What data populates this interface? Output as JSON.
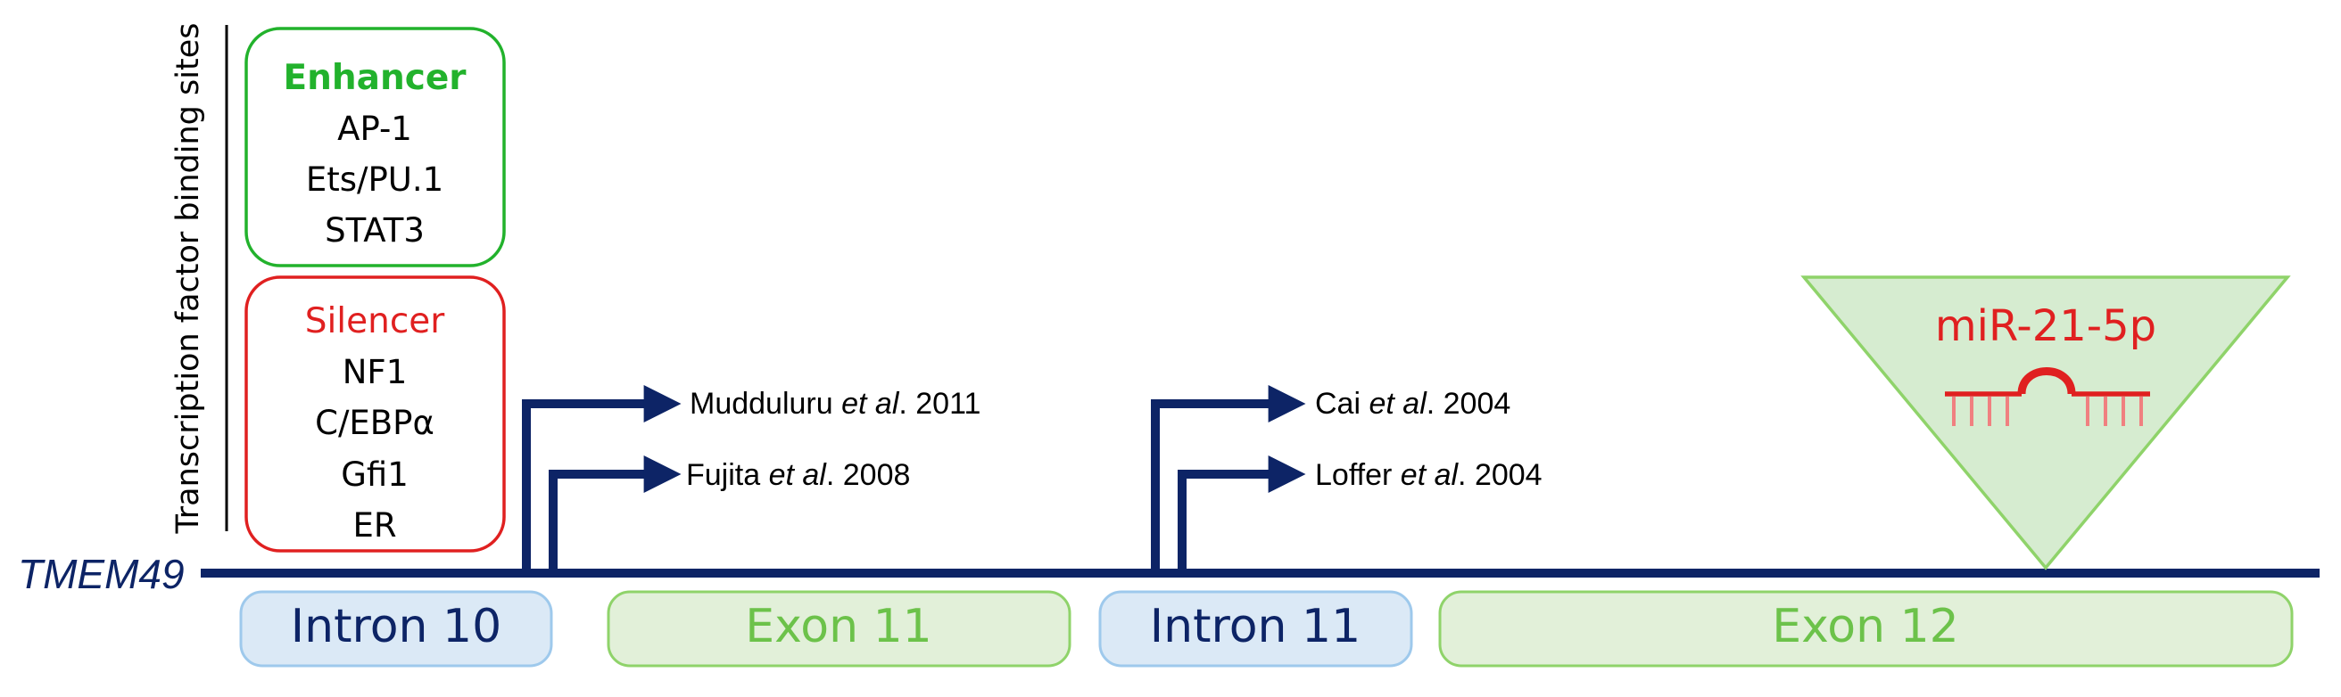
{
  "side_label": "Transcription factor binding sites",
  "gene_label": "TMEM49",
  "enhancer": {
    "title": "Enhancer",
    "factors": [
      "AP-1",
      "Ets/PU.1",
      "STAT3"
    ]
  },
  "silencer": {
    "title": "Silencer",
    "factors": [
      "NF1",
      "C/EBPα",
      "Gfi1",
      "ER"
    ]
  },
  "segments": [
    {
      "label": "Intron 10"
    },
    {
      "label": "Exon 11"
    },
    {
      "label": "Intron 11"
    },
    {
      "label": "Exon 12"
    }
  ],
  "promoters": [
    {
      "author": "Mudduluru",
      "etal": "et al",
      "year": ". 2011"
    },
    {
      "author": "Fujita",
      "etal": "et al",
      "year": ". 2008"
    },
    {
      "author": "Cai",
      "etal": "et al",
      "year": ". 2004"
    },
    {
      "author": "Loffer",
      "etal": "et al",
      "year": ". 2004"
    }
  ],
  "mirna": {
    "label": "miR-21-5p"
  },
  "colors": {
    "navy": "#0d2466",
    "enhancer_green": "#22b22c",
    "silencer_red": "#e02020",
    "intron_fill": "#dbe9f6",
    "intron_stroke": "#9ec9ec",
    "exon_fill": "#e2f0d9",
    "exon_stroke": "#8fd36a",
    "exon_text": "#6cc24a",
    "intron_text": "#0d2466",
    "mirna_red": "#e02020",
    "triangle_fill": "#d6ecd0",
    "triangle_stroke": "#8fd36a"
  }
}
